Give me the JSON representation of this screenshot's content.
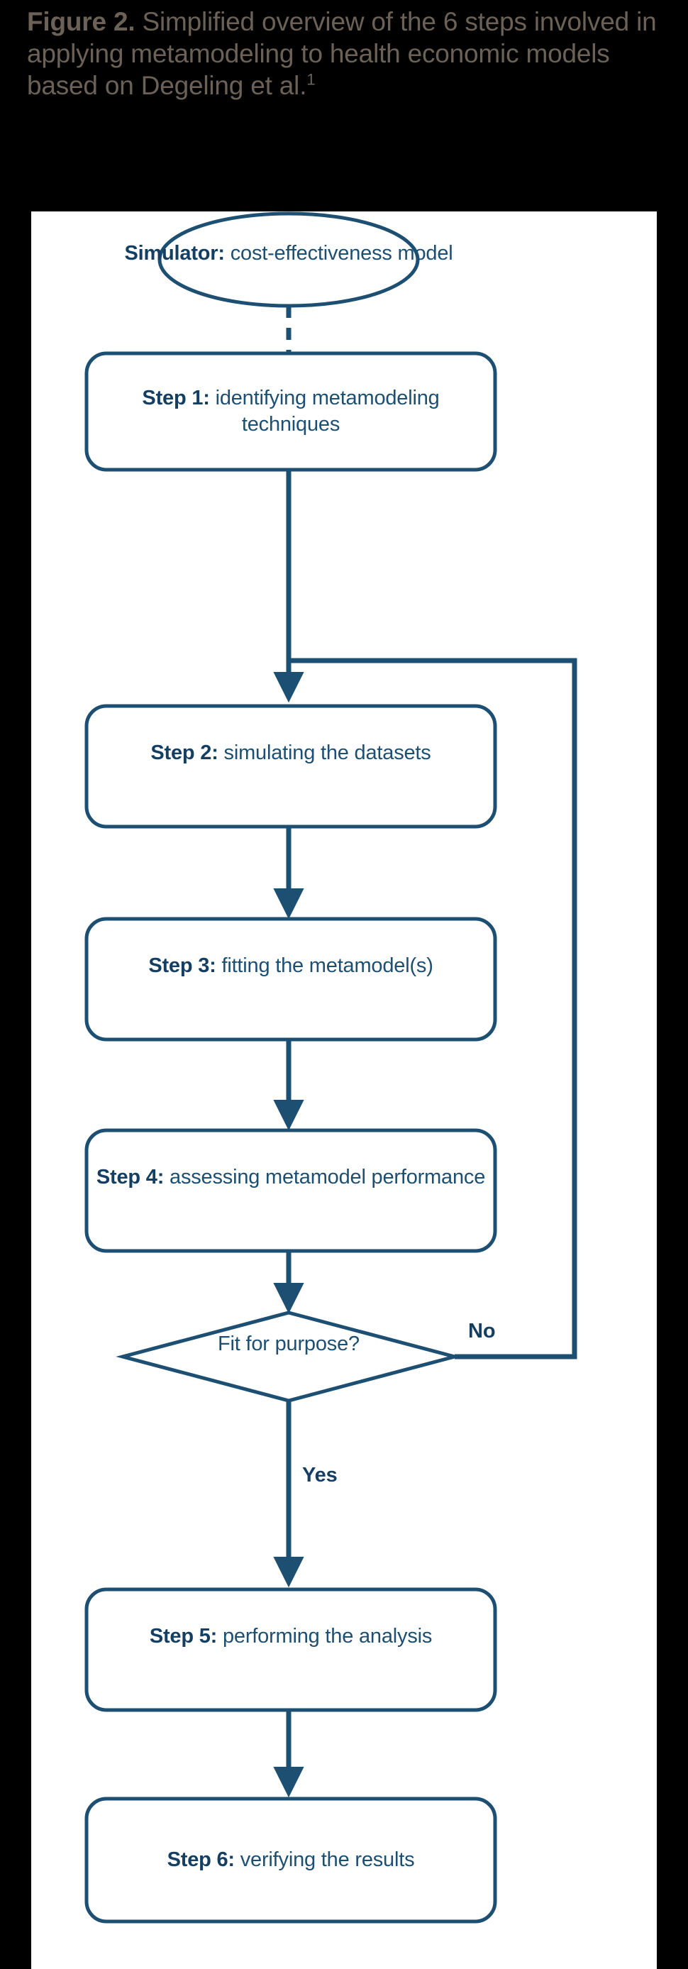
{
  "caption": {
    "label": "Figure 2.",
    "text": " Simplified overview of the 6 steps involved in applying metamodeling to health economic models based on Degeling et al.",
    "superscript": "1"
  },
  "colors": {
    "background": "#000000",
    "panel": "#ffffff",
    "caption_text": "#6b6156",
    "stroke": "#1c4f72",
    "stroke_dark": "#143f62",
    "node_text": "#1c4f72"
  },
  "diagram": {
    "type": "flowchart",
    "title": "Simplified overview of the 6 steps involved in applying metamodeling to health economic models",
    "nodes": [
      {
        "id": "simulator",
        "shape": "ellipse",
        "bold_prefix": "Simulator:",
        "text": " cost-effectiveness model"
      },
      {
        "id": "step1",
        "shape": "rounded-rect",
        "bold_prefix": "Step 1:",
        "text": " identifying metamodeling techniques"
      },
      {
        "id": "step2",
        "shape": "rounded-rect",
        "bold_prefix": "Step 2:",
        "text": " simulating the datasets"
      },
      {
        "id": "step3",
        "shape": "rounded-rect",
        "bold_prefix": "Step 3:",
        "text": " fitting the metamodel(s)"
      },
      {
        "id": "step4",
        "shape": "rounded-rect",
        "bold_prefix": "Step 4:",
        "text": " assessing metamodel performance"
      },
      {
        "id": "decision",
        "shape": "diamond",
        "bold_prefix": "",
        "text": "Fit for purpose?"
      },
      {
        "id": "step5",
        "shape": "rounded-rect",
        "bold_prefix": "Step 5:",
        "text": " performing the analysis"
      },
      {
        "id": "step6",
        "shape": "rounded-rect",
        "bold_prefix": "Step 6:",
        "text": " verifying the results"
      }
    ],
    "edges": [
      {
        "from": "simulator",
        "to": "step1",
        "style": "dashed",
        "label": ""
      },
      {
        "from": "step1",
        "to": "step2",
        "style": "solid",
        "label": ""
      },
      {
        "from": "step2",
        "to": "step3",
        "style": "solid",
        "label": ""
      },
      {
        "from": "step3",
        "to": "step4",
        "style": "solid",
        "label": ""
      },
      {
        "from": "step4",
        "to": "decision",
        "style": "solid",
        "label": ""
      },
      {
        "from": "decision",
        "to": "step2",
        "style": "solid",
        "label": "No"
      },
      {
        "from": "decision",
        "to": "step5",
        "style": "solid",
        "label": "Yes"
      },
      {
        "from": "step5",
        "to": "step6",
        "style": "solid",
        "label": ""
      }
    ],
    "edge_labels": {
      "no": "No",
      "yes": "Yes"
    }
  }
}
